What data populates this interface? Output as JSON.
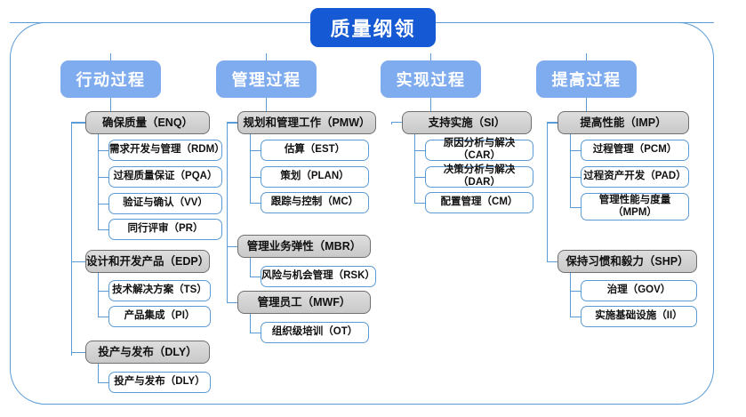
{
  "diagram": {
    "root": {
      "label": "质量纲领"
    },
    "colors": {
      "root_fill": "#1659d4",
      "header_fill": "#7fabef",
      "group_fill": "#d4d4d4",
      "group_border": "#6f6f6f",
      "leaf_border": "#5b9bd5",
      "connector": "#5b9bd5",
      "frame": "#5b9bd5"
    },
    "columns": [
      {
        "header": "行动过程",
        "groups": [
          {
            "label": "确保质量（ENQ）",
            "items": [
              "需求开发与管理（RDM）",
              "过程质量保证（PQA）",
              "验证与确认（VV）",
              "同行评审（PR）"
            ]
          },
          {
            "label": "设计和开发产品（EDP）",
            "items": [
              "技术解决方案（TS）",
              "产品集成（PI）"
            ]
          },
          {
            "label": "投产与发布（DLY）",
            "items": [
              "投产与发布（DLY）"
            ]
          }
        ]
      },
      {
        "header": "管理过程",
        "groups": [
          {
            "label": "规划和管理工作（PMW）",
            "items": [
              "估算（EST）",
              "策划（PLAN）",
              "跟踪与控制（MC）"
            ]
          },
          {
            "label": "管理业务弹性（MBR）",
            "items": [
              "风险与机会管理（RSK）"
            ]
          },
          {
            "label": "管理员工（MWF）",
            "items": [
              "组织级培训（OT）"
            ]
          }
        ]
      },
      {
        "header": "实现过程",
        "groups": [
          {
            "label": "支持实施（SI）",
            "items": [
              "原因分析与解决（CAR）",
              "决策分析与解决（DAR）",
              "配置管理（CM）"
            ]
          }
        ]
      },
      {
        "header": "提高过程",
        "groups": [
          {
            "label": "提高性能（IMP）",
            "items": [
              "过程管理（PCM）",
              "过程资产开发（PAD）",
              "管理性能与度量（MPM）"
            ]
          },
          {
            "label": "保持习惯和毅力（SHP）",
            "items": [
              "治理（GOV）",
              "实施基础设施（II）"
            ]
          }
        ]
      }
    ]
  }
}
